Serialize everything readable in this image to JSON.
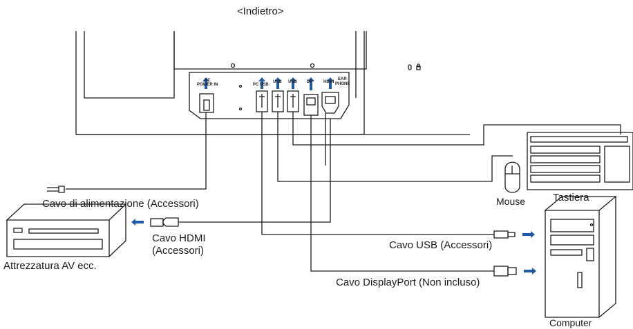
{
  "nav": {
    "back_link": "<Indietro>"
  },
  "labels": {
    "power_cable": "Cavo di alimentazione (Accessori)",
    "hdmi_cable_line1": "Cavo HDMI",
    "hdmi_cable_line2": "(Accessori)",
    "av_equipment": "Attrezzatura AV ecc.",
    "usb_cable": "Cavo USB (Accessori)",
    "displayport_cable": "Cavo DisplayPort (Non incluso)",
    "computer": "Computer",
    "mouse": "Mouse",
    "keyboard": "Tastiera"
  },
  "ports": {
    "ac_power_in_line1": "AC",
    "ac_power_in_line2": "POWER IN",
    "pc_usb": "PC USB",
    "usb_1": "USB",
    "usb_2": "USB",
    "dp": "DP",
    "hdmi": "HDMI",
    "earphone_line1": "EAR",
    "earphone_line2": "PHONE"
  },
  "colors": {
    "line": "#1a1a1a",
    "arrow": "#1f5aa6",
    "background": "#ffffff"
  }
}
